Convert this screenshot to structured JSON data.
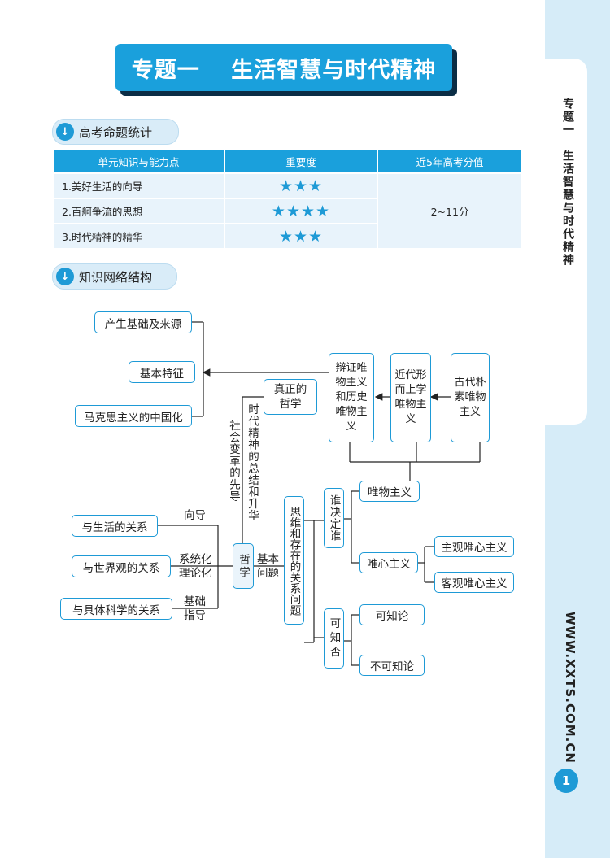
{
  "title": "专题一　 生活智慧与时代精神",
  "side": {
    "label": "专题一　生活智慧与时代精神",
    "url": "WWW.XXTS.COM.CN",
    "page": "1"
  },
  "section1": {
    "label": "高考命题统计",
    "icon": "arrow-down-icon"
  },
  "table": {
    "headers": [
      "单元知识与能力点",
      "重要度",
      "近5年高考分值"
    ],
    "rows": [
      {
        "name": "1.美好生活的向导",
        "stars": "★★★"
      },
      {
        "name": "2.百舸争流的思想",
        "stars": "★★★★"
      },
      {
        "name": "3.时代精神的精华",
        "stars": "★★★"
      }
    ],
    "score": "2~11分"
  },
  "section2": {
    "label": "知识网络结构",
    "icon": "arrow-down-icon"
  },
  "diagram": {
    "origin": "产生基础及来源",
    "features": "基本特征",
    "sinicization": "马克思主义的中国化",
    "true_philosophy": "真正的\n哲学",
    "dialectical": "辩证唯物主义和历史唯物主义",
    "modern_meta": "近代形而上学唯物主义",
    "ancient": "古代朴素唯物主义",
    "epoch": "时代精神的总结和升华",
    "social_change": "社会变革的先导",
    "life": "与生活的关系",
    "worldview": "与世界观的关系",
    "science": "与具体科学的关系",
    "guide": "向导",
    "systematized": "系统化\n理论化",
    "foundation": "基础\n指导",
    "philosophy": "哲学",
    "basic_problem": "基本\n问题",
    "thinking_being": "思维和存在的关系问题",
    "who_decides": "谁决定谁",
    "knowable_q": "可知否",
    "materialism": "唯物主义",
    "idealism": "唯心主义",
    "subjective": "主观唯心主义",
    "objective": "客观唯心主义",
    "knowable": "可知论",
    "unknowable": "不可知论"
  }
}
